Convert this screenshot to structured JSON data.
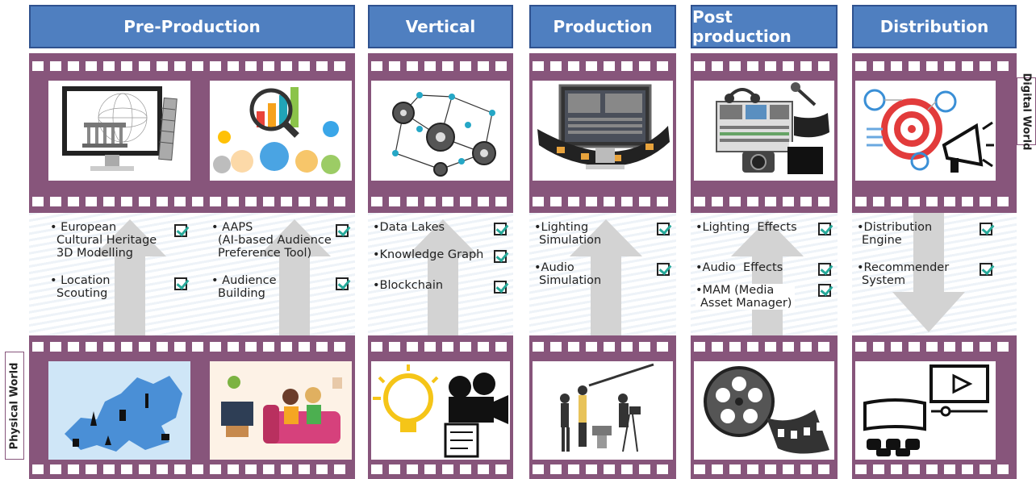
{
  "columns": [
    {
      "title": "Pre-Production"
    },
    {
      "title": "Vertical"
    },
    {
      "title": "Production"
    },
    {
      "title": "Post production"
    },
    {
      "title": "Distribution"
    }
  ],
  "side_labels": {
    "digital": "Digital World",
    "physical": "Physical World"
  },
  "items": {
    "pre1": [
      "• European",
      "Cultural Heritage",
      "3D Modelling"
    ],
    "pre2": [
      "• Location",
      "Scouting"
    ],
    "pre3": [
      "• AAPS",
      "(AI-based Audience",
      "Preference Tool)"
    ],
    "pre4": [
      "• Audience",
      "Building"
    ],
    "vert1": "•Data Lakes",
    "vert2": "•Knowledge Graph",
    "vert3": "•Blockchain",
    "prod1": [
      "•Lighting",
      "Simulation"
    ],
    "prod2": [
      "•Audio",
      "Simulation"
    ],
    "post1": "•Lighting  Effects",
    "post2": "•Audio  Effects",
    "post3": [
      "•MAM (Media",
      "Asset Manager)"
    ],
    "dist1": [
      "•Distribution",
      "Engine"
    ],
    "dist2": [
      "•Recommender",
      "System"
    ]
  },
  "icons": {
    "digital": [
      "cultural-heritage-monitor-icon",
      "audience-analytics-icon",
      "knowledge-graph-network-icon",
      "video-editing-monitor-icon",
      "post-production-equipment-icon",
      "distribution-marketing-icon"
    ],
    "physical": [
      "europe-map-icon",
      "audience-couch-icon",
      "idea-camera-icon",
      "film-crew-icon",
      "film-reel-icon",
      "cinema-screen-icon"
    ]
  },
  "colors": {
    "header": "#4f7fc0",
    "film": "#87557b",
    "arrow": "#d3d3d3",
    "check": "#27a99a"
  }
}
